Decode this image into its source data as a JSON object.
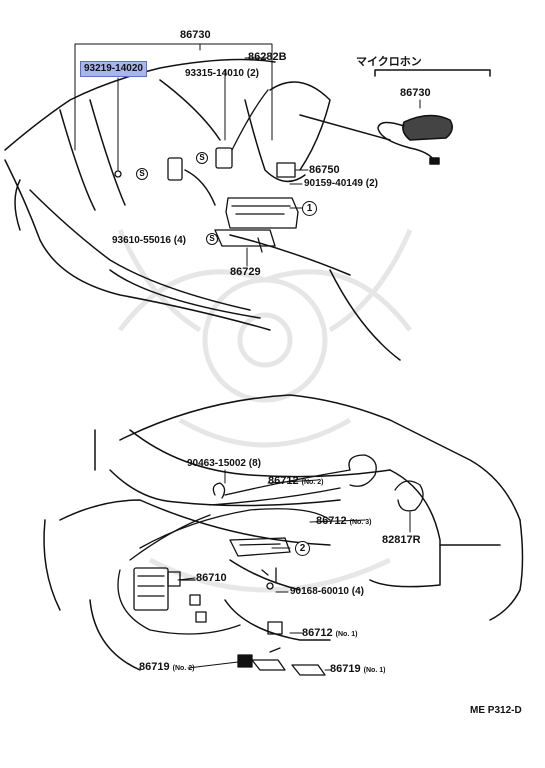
{
  "labels": {
    "p93219": "93219-14020",
    "p86730_top": "86730",
    "p86282b": "86282B",
    "p93315": "93315-14010",
    "p93315_qty": "(2)",
    "micro_jp": "マイクロホン",
    "p86730_mic": "86730",
    "p86750": "86750",
    "p90159": "90159-40149",
    "p90159_qty": "(2)",
    "p93610": "93610-55016",
    "p93610_qty": "(4)",
    "p86729": "86729",
    "p90463": "90463-15002",
    "p90463_qty": "(8)",
    "p86712_no2": "86712",
    "no2": "(No. 2)",
    "p86712_no3": "86712",
    "no3": "(No. 3)",
    "p82817r": "82817R",
    "p86710": "86710",
    "p90168": "90168-60010",
    "p90168_qty": "(4)",
    "p86712_no1": "86712",
    "no1": "(No. 1)",
    "p86719_no2": "86719",
    "p86719_no2_sub": "(No. 2)",
    "p86719_no1": "86719",
    "p86719_no1_sub": "(No. 1)",
    "ref_code": "ME P312-D"
  },
  "callouts": {
    "circle1": "1",
    "circle2": "2",
    "s_mark": "S"
  },
  "colors": {
    "highlight_fill": "#a9b6ee",
    "highlight_border": "#5a6fd0",
    "line": "#111111",
    "watermark": "#e6e6e6"
  }
}
